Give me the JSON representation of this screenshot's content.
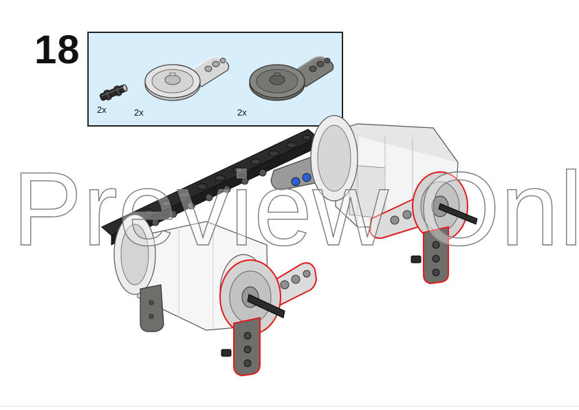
{
  "step": {
    "number": "18"
  },
  "parts_list": {
    "items": [
      {
        "name": "connector-pin-icon",
        "quantity": "2x",
        "color": "#2a2a2a"
      },
      {
        "name": "light-gray-wheel-beam-icon",
        "quantity": "2x",
        "color": "#d6d6d6"
      },
      {
        "name": "dark-gray-wheel-beam-icon",
        "quantity": "2x",
        "color": "#7b7b78"
      }
    ],
    "background_color": "#d9eefb"
  },
  "assembly": {
    "icon": "robot-assembly-illustration",
    "highlight_color": "#e01b1b",
    "axle_pin_color": "#2f5fd0"
  },
  "watermark": {
    "text": "Preview Only"
  }
}
